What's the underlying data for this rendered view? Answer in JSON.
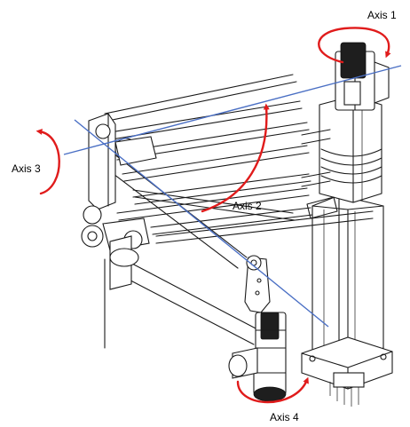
{
  "labels": {
    "axis1": "Axis 1",
    "axis2": "Axis 2",
    "axis3": "Axis 3",
    "axis4": "Axis 4"
  },
  "colors": {
    "axis_line": "#4a6fc4",
    "rotation_arrow": "#e01b1b",
    "outline": "#1a1a1a"
  }
}
